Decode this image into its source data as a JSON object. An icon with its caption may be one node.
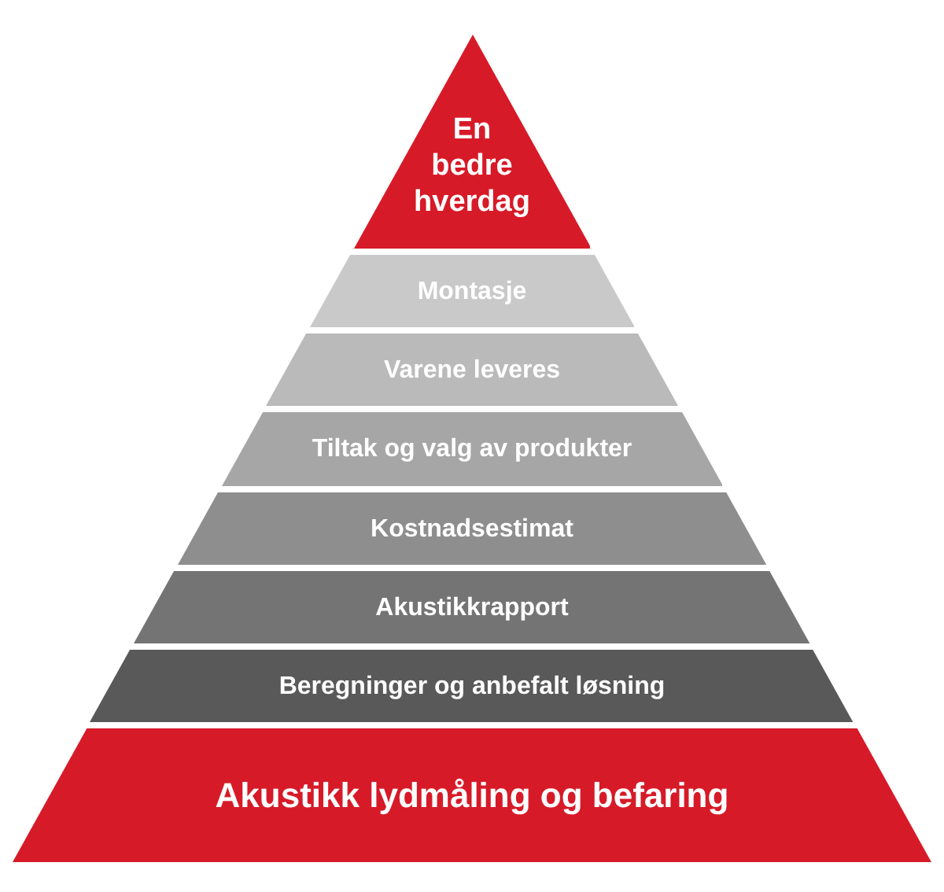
{
  "diagram": {
    "nodes": [
      {
        "text": [
          "En bedre hverdag"
        ]
      },
      {
        "text": [
          "Montasje"
        ]
      },
      {
        "text": [
          "Varene leveres"
        ]
      },
      {
        "text": [
          "Tiltak og valg av produkter"
        ]
      },
      {
        "text": [
          "Kostnadsestimat"
        ]
      },
      {
        "text": [
          "Akustikkrapport"
        ]
      },
      {
        "text": [
          "Beregninger og anbefalt løsning"
        ]
      },
      {
        "text": [
          "Akustikk lydmåling og befaring"
        ]
      }
    ]
  }
}
